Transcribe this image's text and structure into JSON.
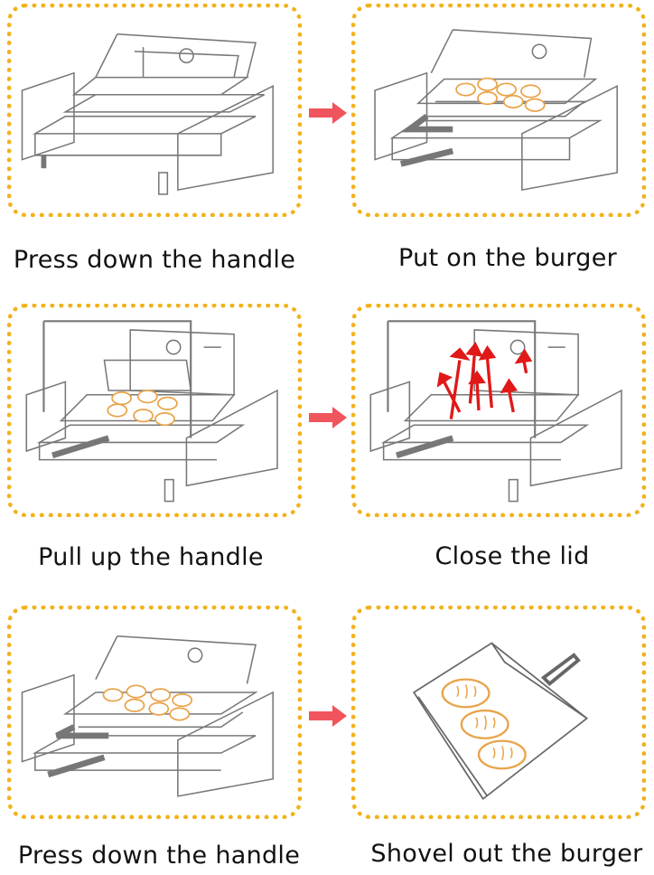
{
  "steps": [
    {
      "caption": "Press down the handle"
    },
    {
      "caption": "Put on the burger"
    },
    {
      "caption": "Pull up the handle"
    },
    {
      "caption": "Close the lid"
    },
    {
      "caption": "Press down the handle"
    },
    {
      "caption": "Shovel out the burger"
    }
  ],
  "colors": {
    "panel_border": "#f2b21a",
    "arrow": "#f0545c",
    "bun": "#e8a44a",
    "heat_arrow": "#e01818",
    "line": "#777777"
  }
}
